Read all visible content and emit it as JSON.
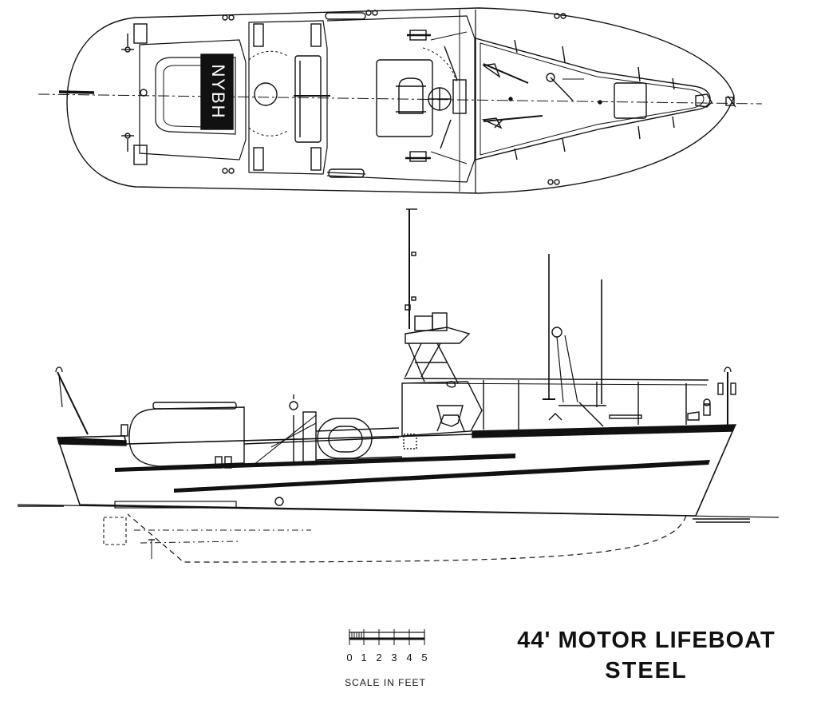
{
  "title": {
    "line1": "44' MOTOR LIFEBOAT",
    "line2": "STEEL"
  },
  "scale": {
    "caption": "SCALE IN FEET",
    "numbers": [
      "0",
      "1",
      "2",
      "3",
      "4",
      "5"
    ]
  },
  "hull_marking": "NYBH",
  "colors": {
    "ink": "#111111",
    "paper": "#ffffff"
  }
}
